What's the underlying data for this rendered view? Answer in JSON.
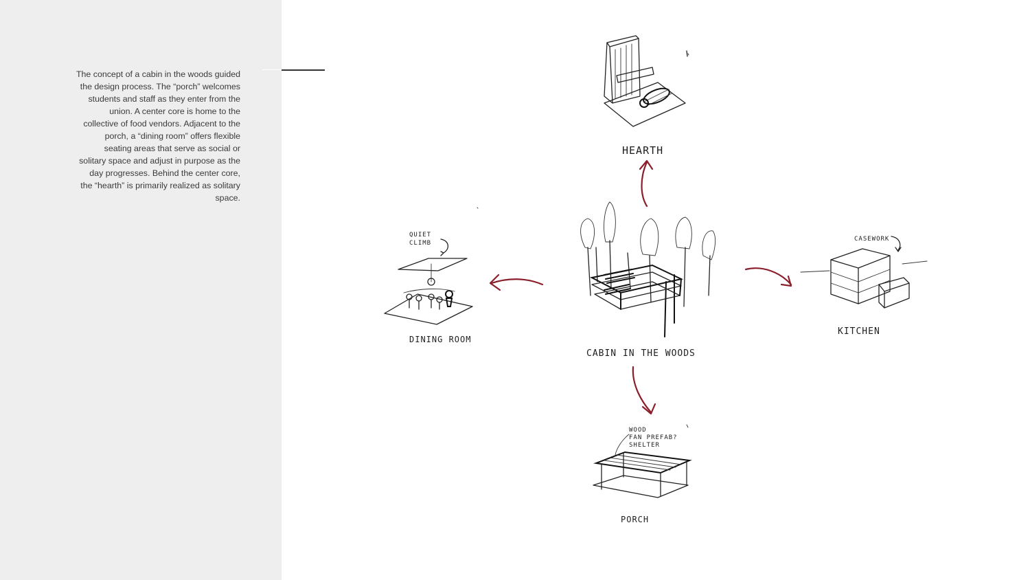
{
  "concept": {
    "text": "The concept of a cabin in the woods guided the design process. The “porch” welcomes students and staff as they enter from the union. A center core is home to the collective of food vendors. Adjacent to the porch, a “dining room” offers flexible seating areas that serve as social or solitary space and adjust in purpose as the day progresses. Behind the center core, the “hearth” is primarily realized as solitary space."
  },
  "diagram": {
    "center_label": "CABIN IN THE WOODS",
    "hearth_label": "HEARTH",
    "dining_label": "DINING ROOM",
    "dining_note": "QUIET\nCLIMB",
    "kitchen_label": "KITCHEN",
    "kitchen_note": "CASEWORK",
    "porch_label": "PORCH",
    "porch_note": "WOOD\nFAN PREFAB?\nSHELTER",
    "arrow_color": "#8a1f2b"
  }
}
